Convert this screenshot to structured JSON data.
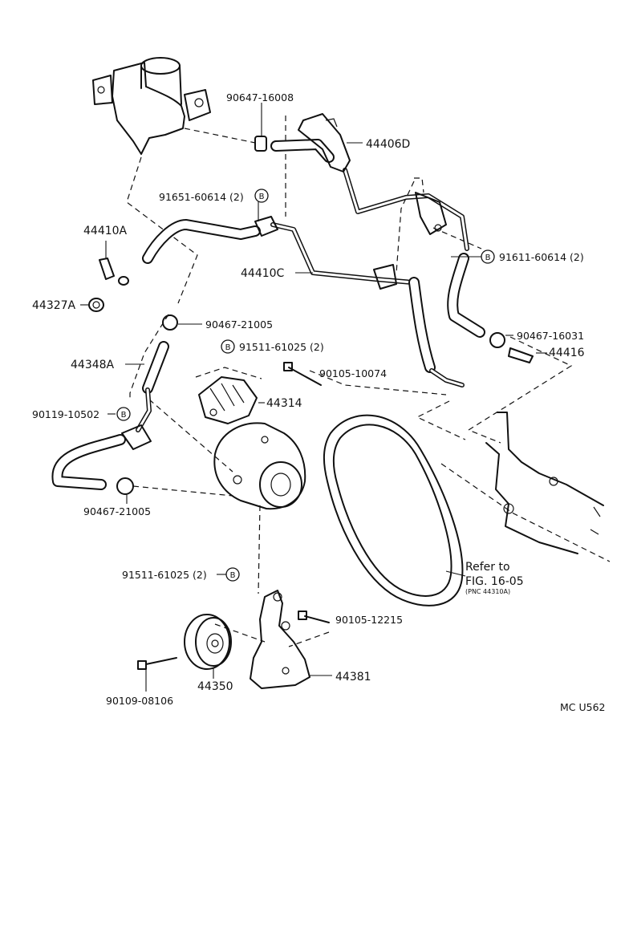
{
  "diagram": {
    "badge_letter": "B",
    "labels": {
      "p90647_16008": "90647-16008",
      "p44406D": "44406D",
      "p91651_60614": "91651-60614 (2)",
      "p91611_60614": "91611-60614 (2)",
      "p44410A": "44410A",
      "p44410C": "44410C",
      "p44327A": "44327A",
      "p90467_21005_top": "90467-21005",
      "p90467_16031": "90467-16031",
      "p44416": "44416",
      "p91511_61025_top": "91511-61025 (2)",
      "p44348A": "44348A",
      "p90105_10074": "90105-10074",
      "p44314": "44314",
      "p90119_10502": "90119-10502",
      "p90467_21005_bottom": "90467-21005",
      "p91511_61025_bottom": "91511-61025 (2)",
      "refer_line1": "Refer to",
      "refer_line2": "FIG. 16-05",
      "refer_line3": "(PNC 44310A)",
      "p90105_12215": "90105-12215",
      "p44381": "44381",
      "p44350": "44350",
      "p90109_08106": "90109-08106",
      "ref_code": "MC U562"
    }
  }
}
